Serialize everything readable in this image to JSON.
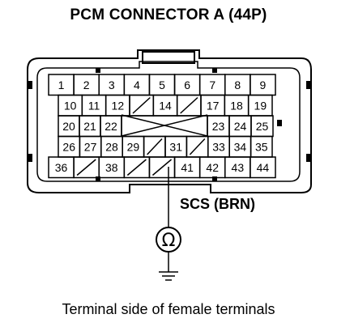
{
  "title": "PCM CONNECTOR A (44P)",
  "caption": "Terminal side of female terminals",
  "signal": {
    "label": "SCS (BRN)"
  },
  "meter": {
    "symbol": "Ω"
  },
  "pins": {
    "row1": [
      "1",
      "2",
      "3",
      "4",
      "5",
      "6",
      "7",
      "8",
      "9"
    ],
    "row2": [
      "10",
      "11",
      "12",
      "",
      "14",
      "",
      "17",
      "18",
      "19"
    ],
    "row3": [
      "20",
      "21",
      "22",
      "",
      "23",
      "24",
      "25"
    ],
    "row4": [
      "26",
      "27",
      "28",
      "29",
      "",
      "31",
      "",
      "33",
      "34",
      "35"
    ],
    "row5": [
      "36",
      "",
      "38",
      "",
      "",
      "41",
      "42",
      "43",
      "44"
    ]
  }
}
